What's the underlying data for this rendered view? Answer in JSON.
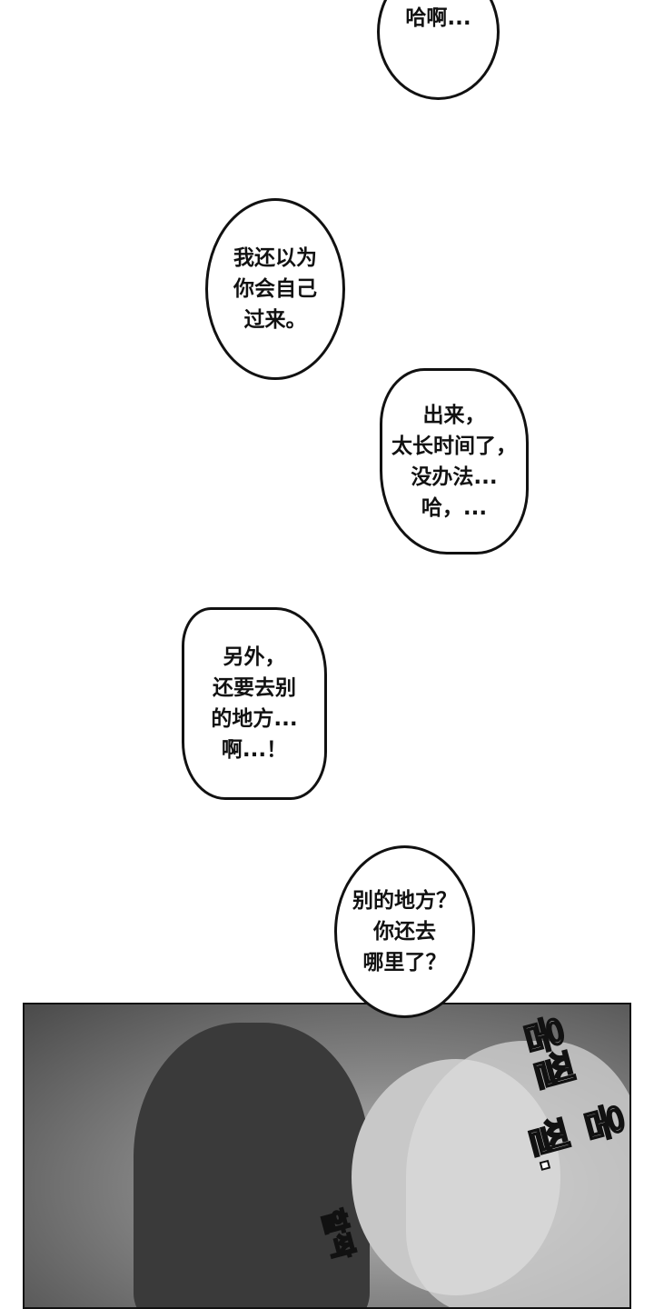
{
  "bubbles": [
    {
      "lines": [
        "哈啊..."
      ]
    },
    {
      "lines": [
        "我还以为",
        "你会自己",
        "过来。"
      ]
    },
    {
      "lines": [
        "出来，",
        "太长时间了，",
        "没办法...",
        "哈，..."
      ]
    },
    {
      "lines": [
        "另外，",
        "还要去别",
        "的地方...",
        "啊...！"
      ]
    },
    {
      "lines": [
        "别的地方？",
        "你还去",
        "哪里了？"
      ]
    }
  ],
  "panel": {
    "sfx": [
      "움찔",
      "움찔.",
      "할짝"
    ]
  }
}
